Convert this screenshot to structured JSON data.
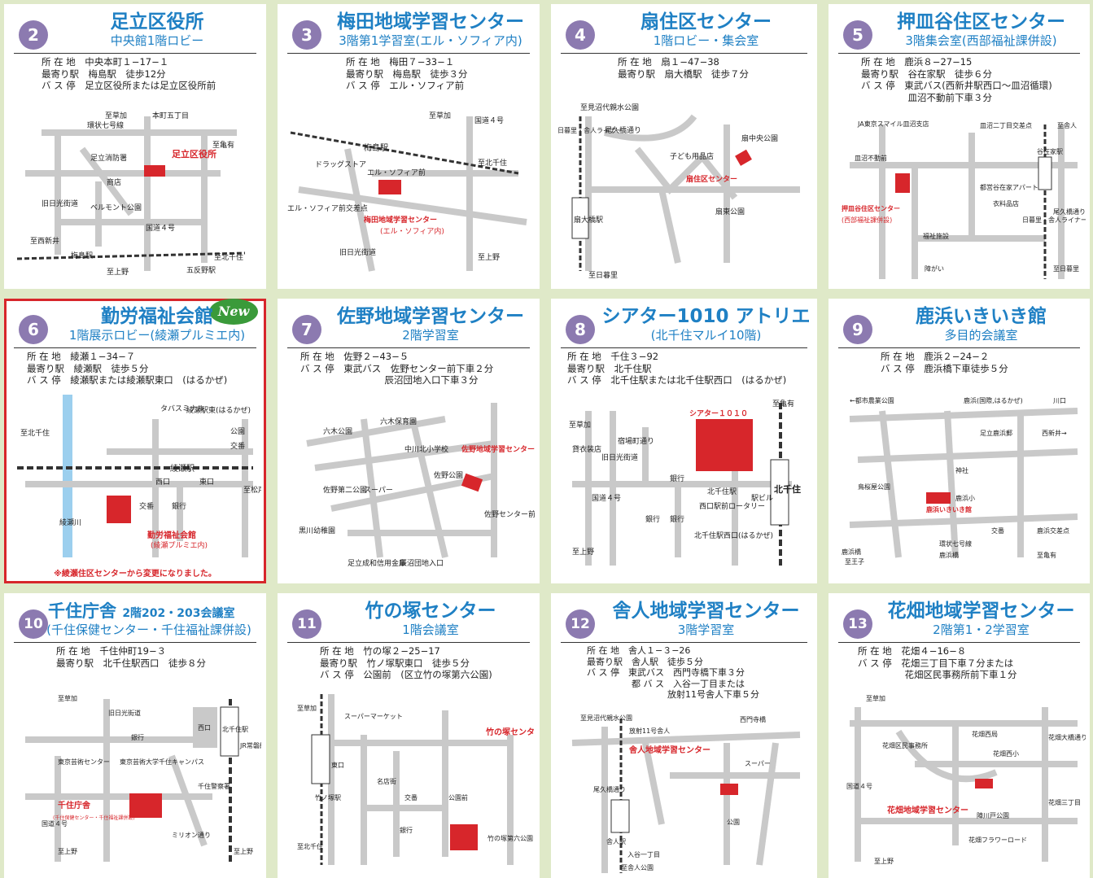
{
  "cards": [
    {
      "num": "2",
      "title": "足立区役所",
      "subtitle": "中央館1階ロビー",
      "info": "所 在 地　中央本町１−17−１\n最寄り駅　梅島駅　徒歩12分\nバ ス 停　足立区役所または足立区役所前",
      "map": [
        "至草加",
        "環状七号線",
        "本町五丁目",
        "至亀有",
        "足立消防署",
        "商店",
        "足立区役所",
        "旧日光街道",
        "ベルモント公園",
        "国道４号",
        "至西新井",
        "梅島駅",
        "至北千住",
        "至上野",
        "五反野駅"
      ]
    },
    {
      "num": "3",
      "title": "梅田地域学習センター",
      "subtitle": "3階第1学習室(エル・ソフィア内)",
      "info": "所 在 地　梅田７−33−１\n最寄り駅　梅島駅　徒歩３分\nバ ス 停　エル・ソフィア前",
      "map": [
        "至草加",
        "国道４号",
        "梅島駅",
        "ドラッグストア",
        "エル・ソフィア前",
        "至北千住",
        "エル・ソフィア前交差点",
        "梅田地域学習センター",
        "(エル・ソフィア内)",
        "旧日光街道",
        "至上野"
      ]
    },
    {
      "num": "4",
      "title": "扇住区センター",
      "subtitle": "1階ロビー・集会室",
      "info": "所 在 地　扇１−47−38\n最寄り駅　扇大橋駅　徒歩７分",
      "map": [
        "至見沼代親水公園",
        "日暮里・舎人ライナー",
        "尾久橋通り",
        "扇中央公園",
        "子ども用品店",
        "扇住区センター",
        "扇大橋駅",
        "扇東公園",
        "至日暮里"
      ]
    },
    {
      "num": "5",
      "title": "押皿谷住区センター",
      "subtitle": "3階集会室(西部福祉課併設)",
      "info": "所 在 地　鹿浜８−27−15\n最寄り駅　谷在家駅　徒歩６分\nバ ス 停　東武バス(西新井駅西口〜皿沼循環)\n　　　　　皿沼不動前下車３分",
      "map": [
        "JA東京スマイル皿沼支店",
        "皿沼二丁目交差点",
        "至舎人",
        "皿沼不動前",
        "都営谷在家アパート",
        "衣料品店",
        "日暮里・舎人ライナー",
        "谷在家駅",
        "尾久橋通り",
        "押皿谷住区センター",
        "(西部福祉課併設)",
        "福祉施設",
        "障がい",
        "至日暮里"
      ]
    },
    {
      "num": "6",
      "title": "勤労福祉会館",
      "subtitle": "1階展示ロビー(綾瀬プルミエ内)",
      "badge": "New",
      "info": "所 在 地　綾瀬１−34−７\n最寄り駅　綾瀬駅　徒歩５分\nバ ス 停　綾瀬駅または綾瀬駅東口　(はるかぜ)",
      "map": [
        "至北千住",
        "タバスミナル",
        "綾瀬駅東(はるかぜ)",
        "公園",
        "交番",
        "綾瀬駅",
        "西口",
        "東口",
        "至松戸",
        "交番",
        "銀行",
        "綾瀬川",
        "勤労福祉会館",
        "(綾瀬プルミエ内)"
      ],
      "note": "※綾瀬住区センターから変更になりました。"
    },
    {
      "num": "7",
      "title": "佐野地域学習センター",
      "subtitle": "2階学習室",
      "info": "所 在 地　佐野２−43−５\nバ ス 停　東武バス　佐野センター前下車２分\n　　　　　　　　　辰沼団地入口下車３分",
      "map": [
        "六木保育園",
        "六木公園",
        "中川北小学校",
        "佐野公園",
        "佐野第二公園",
        "スーパー",
        "黒川幼稚園",
        "佐野地域学習センター",
        "佐野センター前",
        "足立成和信用金庫",
        "辰沼団地入口"
      ]
    },
    {
      "num": "8",
      "title": "シアター1010 アトリエ",
      "subtitle": "(北千住マルイ10階)",
      "info": "所 在 地　千住３−92\n最寄り駅　北千住駅\nバ ス 停　北千住駅または北千住駅西口　(はるかぜ)",
      "map": [
        "至草加",
        "貸衣装店",
        "宿場町通り",
        "旧日光街道",
        "シアター１０１０",
        "至亀有",
        "銀行",
        "北千住駅",
        "国道４号",
        "北千住",
        "西口駅前ロータリー",
        "駅ビル",
        "銀行",
        "銀行",
        "北千住駅西口(はるかぜ)",
        "至上野"
      ]
    },
    {
      "num": "9",
      "title": "鹿浜いきいき館",
      "subtitle": "多目的会議室",
      "info": "所 在 地　鹿浜２−24−２\nバ ス 停　鹿浜橋下車徒歩５分",
      "map": [
        "←都市農業公園",
        "鹿浜(国際,はるかぜ)",
        "川口",
        "足立鹿浜郵",
        "西新井→",
        "神社",
        "鳥桜屋公園",
        "鹿浜小",
        "鹿浜いきいき館",
        "交番",
        "鹿浜交差点",
        "環状七号線",
        "鹿浜橋",
        "至王子",
        "鹿浜橋",
        "至亀有"
      ]
    },
    {
      "num": "10",
      "title": "千住庁舎",
      "title2": "2階202・203会議室",
      "subtitle": "(千住保健センター・千住福祉課併設)",
      "info": "所 在 地　千住仲町19−３\n最寄り駅　北千住駅西口　徒歩８分",
      "map": [
        "至草加",
        "旧日光街道",
        "西口",
        "北千住駅",
        "JR常磐線",
        "銀行",
        "東京芸術センター",
        "東京芸術大学千住キャンパス",
        "国道４号",
        "千住庁舎",
        "(千住保健センター・千住福祉課併設)",
        "千住警察署",
        "ミリオン通り",
        "至上野",
        "至上野"
      ]
    },
    {
      "num": "11",
      "title": "竹の塚センター",
      "subtitle": "1階会議室",
      "info": "所 在 地　竹の塚２−25−17\n最寄り駅　竹ノ塚駅東口　徒歩５分\nバ ス 停　公園前　(区立竹の塚第六公園)",
      "map": [
        "至草加",
        "スーパーマーケット",
        "竹ノ塚駅",
        "東口",
        "竹の塚センター",
        "名店街",
        "交番",
        "公園前",
        "銀行",
        "至北千住",
        "竹の塚第六公園"
      ]
    },
    {
      "num": "12",
      "title": "舎人地域学習センター",
      "subtitle": "3階学習室",
      "info": "所 在 地　舎人１−３−26\n最寄り駅　舎人駅　徒歩５分\nバ ス 停　東武バス　西門寺橋下車３分\n　　　　　都 バ ス　入谷一丁目または\n　　　　　　　　　放射11号舎人下車５分",
      "map": [
        "至見沼代親水公園",
        "放射11号舎人",
        "西門寺橋",
        "舎人地域学習センター",
        "スーパー",
        "尾久橋通り",
        "舎人駅",
        "公園",
        "入谷一丁目",
        "至舎人公園"
      ]
    },
    {
      "num": "13",
      "title": "花畑地域学習センター",
      "subtitle": "2階第1・2学習室",
      "info": "所 在 地　花畑４−16−８\nバ ス 停　花畑三丁目下車７分または\n　　　　　花畑区民事務所前下車１分",
      "map": [
        "至草加",
        "花畑区民事務所",
        "花畑西局",
        "花畑西小",
        "花畑大橋通り",
        "国道４号",
        "花畑地域学習センター",
        "陣川戸公園",
        "花畑三丁目",
        "花畑フラワーロード",
        "至上野"
      ]
    }
  ]
}
